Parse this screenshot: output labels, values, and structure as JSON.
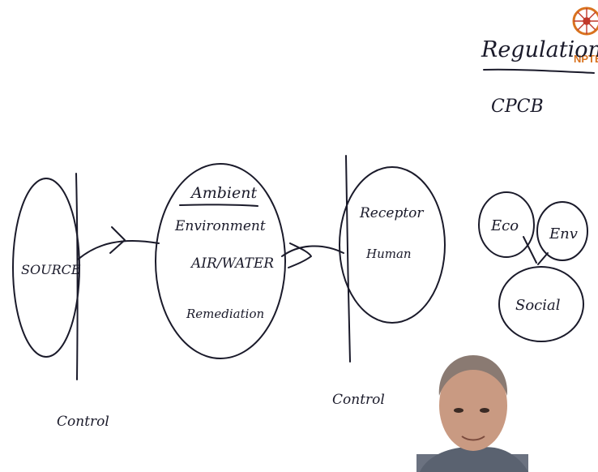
{
  "heading": "Regulation",
  "agency": "CPCB",
  "flow": {
    "source": "SOURCE",
    "ambient_title": "Ambient",
    "ambient_sub": "Environment",
    "ambient_media": "AIR/WATER",
    "ambient_action": "Remediation",
    "receptor_title": "Receptor",
    "receptor_sub": "Human",
    "control_left": "Control",
    "control_right": "Control"
  },
  "pillars": {
    "eco": "Eco",
    "env": "Env",
    "social": "Social"
  },
  "logo": {
    "text": "NPTEL",
    "icon": "nptel-wheel-icon",
    "color": "#d9731f"
  },
  "presenter": {
    "icon": "presenter-photo"
  }
}
